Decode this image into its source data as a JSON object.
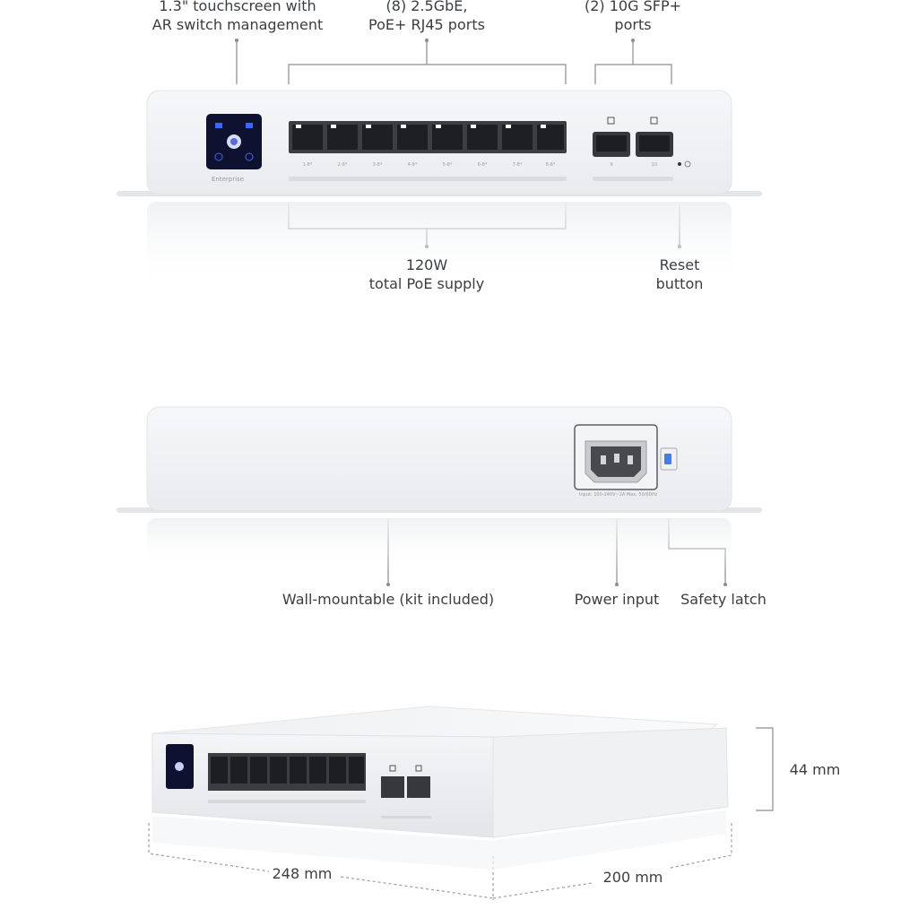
{
  "callouts": {
    "touchscreen": {
      "line1": "1.3\" touchscreen with",
      "line2": "AR switch management"
    },
    "rj45": {
      "line1": "(8) 2.5GbE,",
      "line2": "PoE+ RJ45 ports"
    },
    "sfp": {
      "line1": "(2) 10G SFP+",
      "line2": "ports"
    },
    "poe_supply": {
      "line1": "120W",
      "line2": "total PoE supply"
    },
    "reset": {
      "line1": "Reset",
      "line2": "button"
    },
    "wall_mount": "Wall-mountable (kit included)",
    "power_input": "Power input",
    "safety_latch": "Safety latch"
  },
  "dimensions": {
    "height": "44 mm",
    "width": "248 mm",
    "depth": "200 mm"
  },
  "device": {
    "brand_badge": "Enterprise",
    "port_labels": [
      "1-8*",
      "2-8*",
      "3-8*",
      "4-8*",
      "5-8*",
      "6-8*",
      "7-8*",
      "8-8*"
    ],
    "sfp_labels": [
      "9",
      "10"
    ],
    "power_rating": "Input: 100-240V~2A Max. 50/60Hz"
  }
}
